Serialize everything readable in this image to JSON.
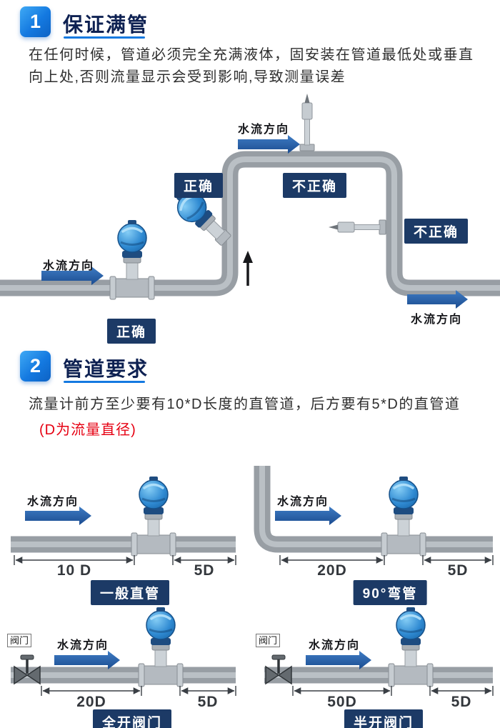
{
  "section1": {
    "number": "1",
    "title": "保证满管",
    "body": "在任何时候，管道必须完全充满液体，固安装在管道最低处或垂直向上处,否则流量显示会受到影响,导致测量误差"
  },
  "section2": {
    "number": "2",
    "title": "管道要求",
    "body": "流量计前方至少要有10*D长度的直管道，后方要有5*D的直管道",
    "note": "(D为流量直径)"
  },
  "labels": {
    "flow_direction": "水流方向",
    "correct": "正确",
    "incorrect": "不正确",
    "valve": "阀门"
  },
  "diagrams": [
    {
      "caption": "一般直管",
      "dim_before": "10 D",
      "dim_after": "5D"
    },
    {
      "caption": "90°弯管",
      "dim_before": "20D",
      "dim_after": "5D"
    },
    {
      "caption": "全开阀门",
      "dim_before": "20D",
      "dim_after": "5D"
    },
    {
      "caption": "半开阀门",
      "dim_before": "50D",
      "dim_after": "5D"
    }
  ],
  "colors": {
    "section_badge_blue": "#1479e0",
    "label_badge_navy": "#1c3a66",
    "arrow_blue": "#2a62ab",
    "note_red": "#e60012",
    "pipe_gray": "#989ea4",
    "meter_blue": "#2f8ad2"
  }
}
